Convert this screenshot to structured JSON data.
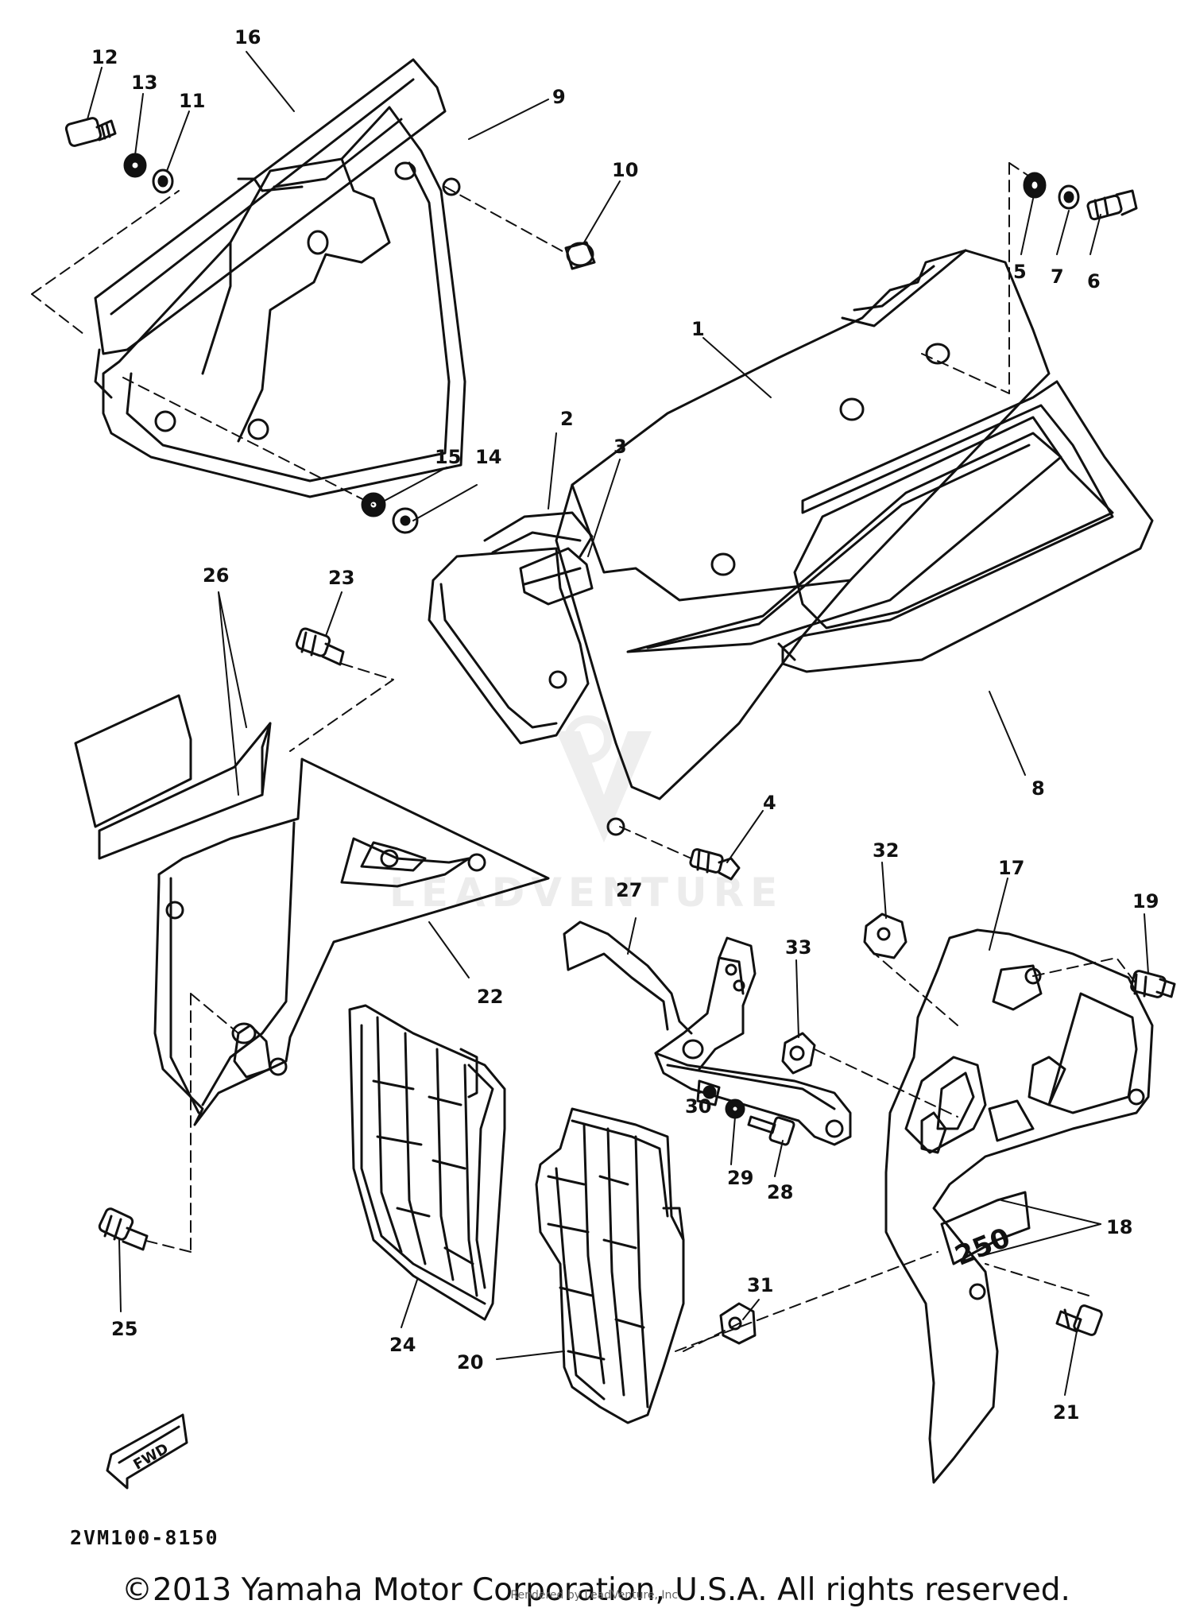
{
  "diagram": {
    "reference_code": "2VM100-8150",
    "copyright": "©2013 Yamaha Motor Corporation, U.S.A. All rights reserved.",
    "render_credit": "Rendered by LeadVenture, Inc.",
    "watermark": "LEADVENTURE",
    "fwd_label": "FWD",
    "part_logo_text": "250",
    "callouts": [
      {
        "id": "c1",
        "label": "1"
      },
      {
        "id": "c2",
        "label": "2"
      },
      {
        "id": "c3",
        "label": "3"
      },
      {
        "id": "c4",
        "label": "4"
      },
      {
        "id": "c5",
        "label": "5"
      },
      {
        "id": "c6",
        "label": "6"
      },
      {
        "id": "c7",
        "label": "7"
      },
      {
        "id": "c8",
        "label": "8"
      },
      {
        "id": "c9",
        "label": "9"
      },
      {
        "id": "c10",
        "label": "10"
      },
      {
        "id": "c11",
        "label": "11"
      },
      {
        "id": "c12",
        "label": "12"
      },
      {
        "id": "c13",
        "label": "13"
      },
      {
        "id": "c14",
        "label": "14"
      },
      {
        "id": "c15",
        "label": "15"
      },
      {
        "id": "c16",
        "label": "16"
      },
      {
        "id": "c17",
        "label": "17"
      },
      {
        "id": "c18",
        "label": "18"
      },
      {
        "id": "c19",
        "label": "19"
      },
      {
        "id": "c20",
        "label": "20"
      },
      {
        "id": "c21",
        "label": "21"
      },
      {
        "id": "c22",
        "label": "22"
      },
      {
        "id": "c23",
        "label": "23"
      },
      {
        "id": "c24",
        "label": "24"
      },
      {
        "id": "c25",
        "label": "25"
      },
      {
        "id": "c26",
        "label": "26"
      },
      {
        "id": "c27",
        "label": "27"
      },
      {
        "id": "c28",
        "label": "28"
      },
      {
        "id": "c29",
        "label": "29"
      },
      {
        "id": "c30",
        "label": "30"
      },
      {
        "id": "c31",
        "label": "31"
      },
      {
        "id": "c32",
        "label": "32"
      },
      {
        "id": "c33",
        "label": "33"
      }
    ]
  }
}
